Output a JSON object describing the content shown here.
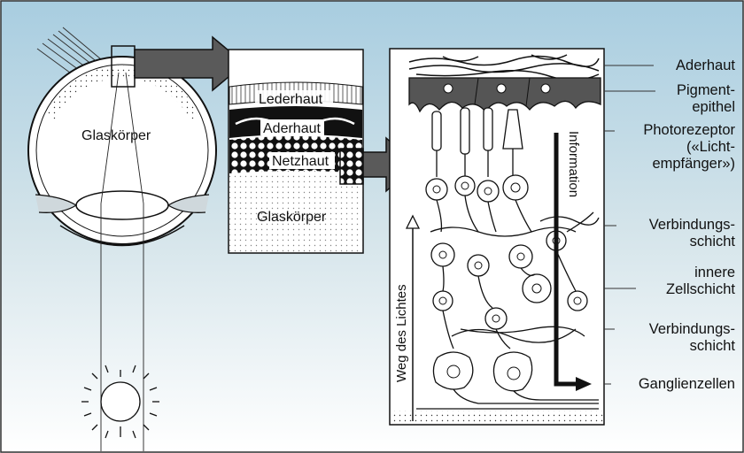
{
  "colors": {
    "panel": "#a8cde0",
    "ink": "#111111",
    "paper": "#ffffff",
    "arrow": "#5a5a5a"
  },
  "eye": {
    "vitreous_label": "Glaskörper"
  },
  "detail": {
    "layer_sclera": "Lederhaut",
    "layer_choroid": "Aderhaut",
    "layer_retina": "Netzhaut",
    "vitreous_label": "Glaskörper"
  },
  "retina": {
    "light_path_label": "Weg des Lichtes",
    "information_label": "Information",
    "labels": [
      {
        "key": "aderhaut",
        "lines": [
          "Aderhaut"
        ]
      },
      {
        "key": "pigmentepithel",
        "lines": [
          "Pigment-",
          "epithel"
        ]
      },
      {
        "key": "photorezeptor",
        "lines": [
          "Photorezeptor",
          "(«Licht-",
          "empfänger»)"
        ]
      },
      {
        "key": "verbindung1",
        "lines": [
          "Verbindungs-",
          "schicht"
        ]
      },
      {
        "key": "innere",
        "lines": [
          "innere",
          "Zellschicht"
        ]
      },
      {
        "key": "verbindung2",
        "lines": [
          "Verbindungs-",
          "schicht"
        ]
      },
      {
        "key": "ganglien",
        "lines": [
          "Ganglienzellen"
        ]
      }
    ]
  }
}
